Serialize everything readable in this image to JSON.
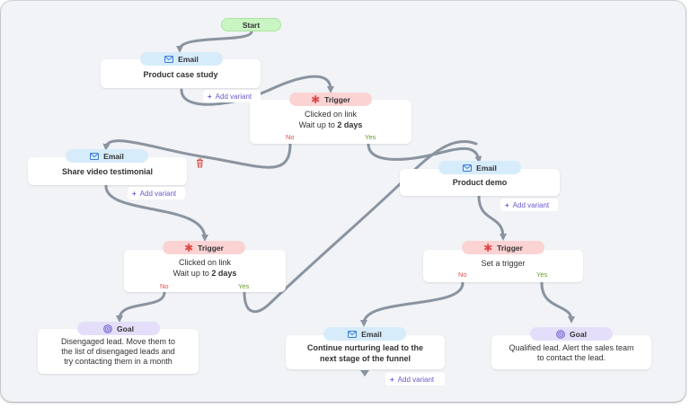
{
  "colors": {
    "edge": "#8a94a0",
    "start": "#c9f5c2",
    "email": "#d6ecfb",
    "trigger": "#fbd3d3",
    "goal": "#e4defa",
    "no": "#e05050",
    "yes": "#6b9e2e",
    "accent": "#6a5acd"
  },
  "start": {
    "label": "Start"
  },
  "email1": {
    "pill": "Email",
    "icon": "envelope-icon",
    "title": "Product case study",
    "add_variant": "Add variant"
  },
  "trigger1": {
    "pill": "Trigger",
    "icon": "asterisk-icon",
    "line1": "Clicked on link",
    "line2_prefix": "Wait up to ",
    "line2_bold": "2 days",
    "no": "No",
    "yes": "Yes"
  },
  "email2": {
    "pill": "Email",
    "icon": "envelope-icon",
    "title": "Share video testimonial",
    "add_variant": "Add variant",
    "delete_icon": "trash-icon"
  },
  "email3": {
    "pill": "Email",
    "icon": "envelope-icon",
    "title": "Product demo",
    "add_variant": "Add variant"
  },
  "trigger2": {
    "pill": "Trigger",
    "icon": "asterisk-icon",
    "line1": "Clicked on link",
    "line2_prefix": "Wait up to ",
    "line2_bold": "2 days",
    "no": "No",
    "yes": "Yes"
  },
  "trigger3": {
    "pill": "Trigger",
    "icon": "asterisk-icon",
    "line1": "Set a trigger",
    "no": "No",
    "yes": "Yes"
  },
  "goal1": {
    "pill": "Goal",
    "icon": "target-icon",
    "line1": "Disengaged lead. Move them to",
    "line2": "the list of disengaged leads and",
    "line3": "try contacting them in a month"
  },
  "email4": {
    "pill": "Email",
    "icon": "envelope-icon",
    "title1": "Continue nurturing lead to the",
    "title2": "next stage of the funnel",
    "add_variant": "Add variant"
  },
  "goal2": {
    "pill": "Goal",
    "icon": "target-icon",
    "line1": "Qualified lead. Alert the sales team",
    "line2": "to contact the lead."
  }
}
